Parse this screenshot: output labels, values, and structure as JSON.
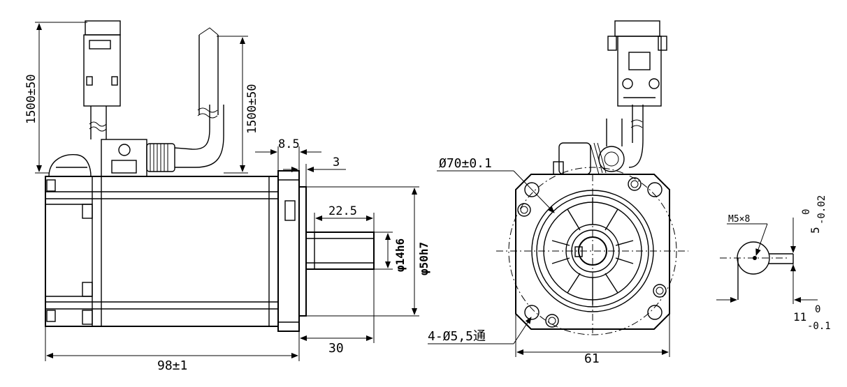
{
  "side_view": {
    "cable_length_left": "1500±50",
    "cable_length_right": "1500±50",
    "flange_thickness": "8.5",
    "flange_step": "3",
    "key_length": "22.5",
    "shaft_diameter": "φ14h6",
    "spigot_diameter": "φ50h7",
    "shaft_length": "30",
    "body_length": "98±1"
  },
  "front_view": {
    "bolt_circle": "Ø70±0.1",
    "mount_holes": "4-Ø5,5通",
    "flange_width": "61"
  },
  "shaft_detail": {
    "thread": "M5×8",
    "key_width_nominal": "5",
    "key_width_upper": "0",
    "key_width_lower": "-0.02",
    "shaft_height_nominal": "11",
    "shaft_height_upper": "0",
    "shaft_height_lower": "-0.1"
  }
}
